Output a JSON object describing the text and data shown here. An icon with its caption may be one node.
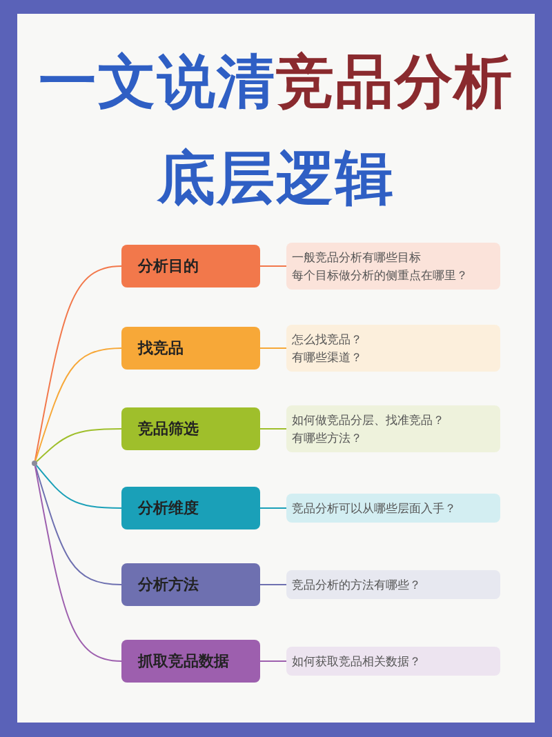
{
  "diagram": {
    "title": "一文说清**竞品分析**底层逻辑",
    "nodes": [
      {
        "text": [],
        "shape": "circle"
      },
      {
        "text": [
          "分析目的"
        ]
      },
      {
        "text": [
          "找竞品"
        ]
      },
      {
        "text": [
          "竞品筛选"
        ]
      },
      {
        "text": [
          "分析维度"
        ]
      },
      {
        "text": [
          "分析方法"
        ]
      },
      {
        "text": [
          "抓取竞品数据"
        ]
      },
      {
        "text": [
          "一般竞品分析有哪些目标",
          "每个目标做分析的侧重点在哪里？"
        ]
      },
      {
        "text": [
          "怎么找竞品？",
          "有哪些渠道？"
        ]
      },
      {
        "text": [
          "如何做竞品分层、找准竞品？",
          "有哪些方法？"
        ]
      },
      {
        "text": [
          "竞品分析可以从哪些层面入手？"
        ]
      },
      {
        "text": [
          "竞品分析的方法有哪些？"
        ]
      },
      {
        "text": [
          "如何获取竞品相关数据？"
        ]
      }
    ],
    "edges": [
      {
        "from": 0,
        "to": 1,
        "arrow": "none",
        "color": "#f2784b"
      },
      {
        "from": 0,
        "to": 2,
        "arrow": "none",
        "color": "#f7a838"
      },
      {
        "from": 0,
        "to": 3,
        "arrow": "none",
        "color": "#9fbf2b"
      },
      {
        "from": 0,
        "to": 4,
        "arrow": "none",
        "color": "#1aa0b8"
      },
      {
        "from": 0,
        "to": 5,
        "arrow": "none",
        "color": "#6e70b0"
      },
      {
        "from": 0,
        "to": 6,
        "arrow": "none",
        "color": "#9d5fae"
      },
      {
        "from": 1,
        "to": 7,
        "arrow": "none",
        "color": "#f2784b"
      },
      {
        "from": 2,
        "to": 8,
        "arrow": "none",
        "color": "#f7a838"
      },
      {
        "from": 3,
        "to": 9,
        "arrow": "none",
        "color": "#9fbf2b"
      },
      {
        "from": 4,
        "to": 10,
        "arrow": "none",
        "color": "#1aa0b8"
      },
      {
        "from": 5,
        "to": 11,
        "arrow": "none",
        "color": "#6e70b0"
      },
      {
        "from": 6,
        "to": 12,
        "arrow": "none",
        "color": "#9d5fae"
      }
    ]
  }
}
